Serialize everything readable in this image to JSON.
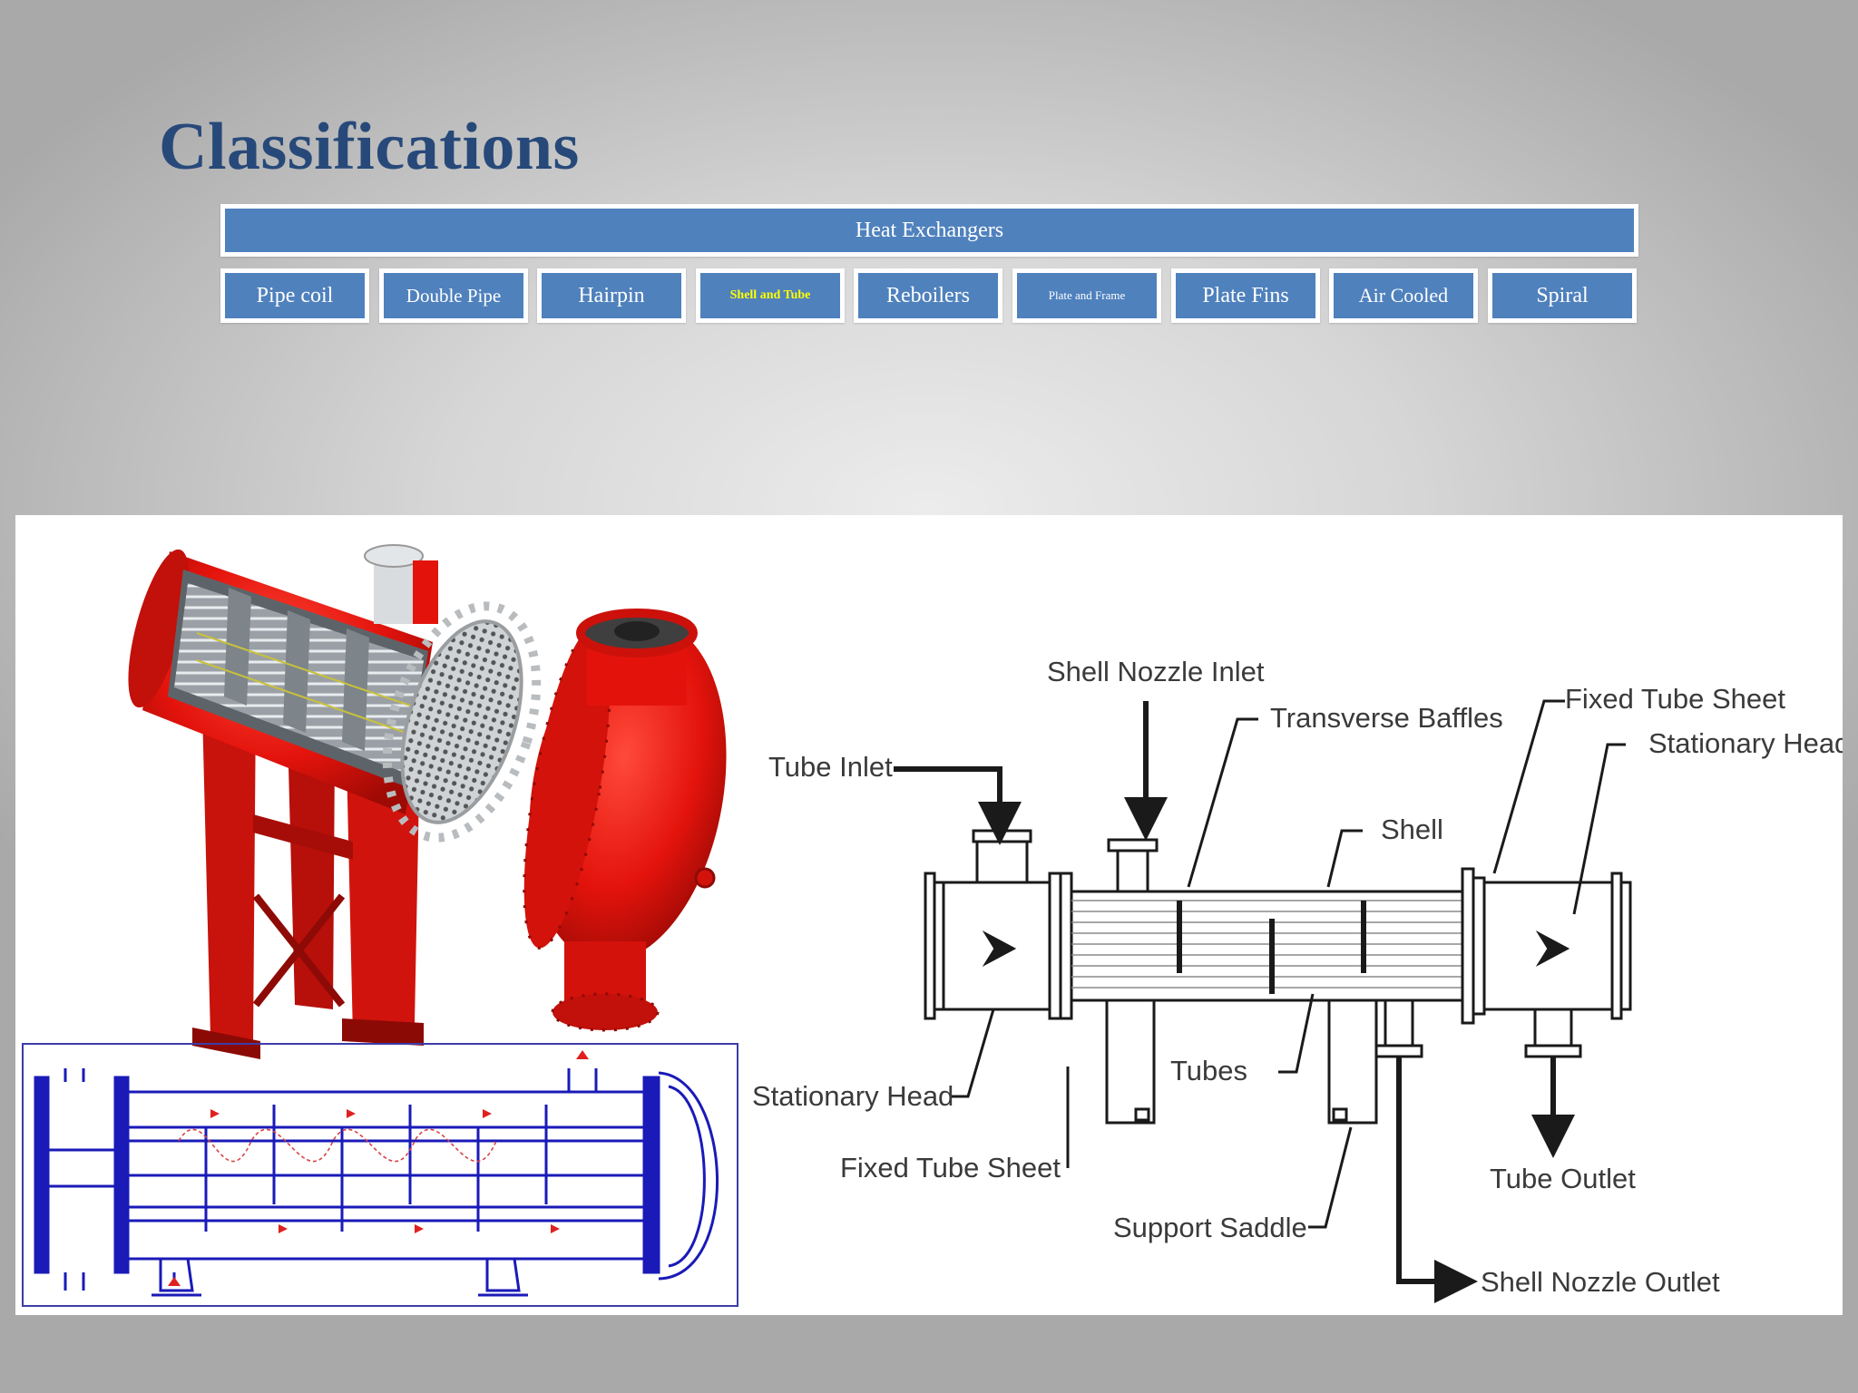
{
  "slide": {
    "title": "Classifications"
  },
  "hierarchy": {
    "root": "Heat Exchangers",
    "categories": [
      {
        "label": "Pipe coil",
        "color": "#ffffff",
        "size": 24,
        "bold": false
      },
      {
        "label": "Double Pipe",
        "color": "#ffffff",
        "size": 21,
        "bold": false
      },
      {
        "label": "Hairpin",
        "color": "#ffffff",
        "size": 24,
        "bold": false
      },
      {
        "label": "Shell and Tube",
        "color": "#ffff00",
        "size": 14,
        "bold": true
      },
      {
        "label": "Reboilers",
        "color": "#ffffff",
        "size": 24,
        "bold": false
      },
      {
        "label": "Plate and Frame",
        "color": "#ffffff",
        "size": 13,
        "bold": false
      },
      {
        "label": "Plate Fins",
        "color": "#ffffff",
        "size": 24,
        "bold": false
      },
      {
        "label": "Air Cooled",
        "color": "#ffffff",
        "size": 22,
        "bold": false
      },
      {
        "label": "Spiral",
        "color": "#ffffff",
        "size": 24,
        "bold": false
      }
    ]
  },
  "diagram": {
    "labels": {
      "shell_nozzle_inlet": "Shell Nozzle Inlet",
      "transverse_baffles": "Transverse Baffles",
      "fixed_tube_sheet_top": "Fixed Tube Sheet",
      "stationary_head_top": "Stationary Head",
      "tube_inlet": "Tube Inlet",
      "shell": "Shell",
      "stationary_head_bottom": "Stationary Head",
      "tubes": "Tubes",
      "fixed_tube_sheet_bottom": "Fixed Tube Sheet",
      "tube_outlet": "Tube Outlet",
      "support_saddle": "Support Saddle",
      "shell_nozzle_outlet": "Shell Nozzle Outlet"
    }
  },
  "colors": {
    "accent": "#4f81bd",
    "title": "#27497a",
    "highlight": "#ffff00",
    "equipment_red": "#e8150f",
    "schematic_blue": "#1a1ab8"
  }
}
